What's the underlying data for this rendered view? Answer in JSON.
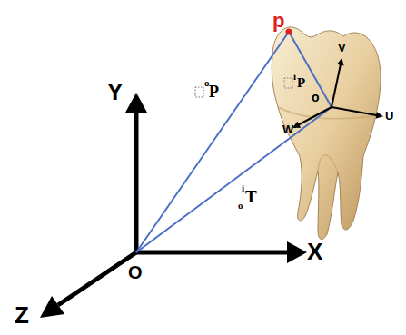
{
  "diagram": {
    "labels": [
      "Y",
      "X",
      "Z",
      "O",
      "p",
      "o",
      "P",
      "i",
      "P",
      "o",
      "V",
      "W",
      "U",
      "i",
      "o",
      "T"
    ]
  }
}
